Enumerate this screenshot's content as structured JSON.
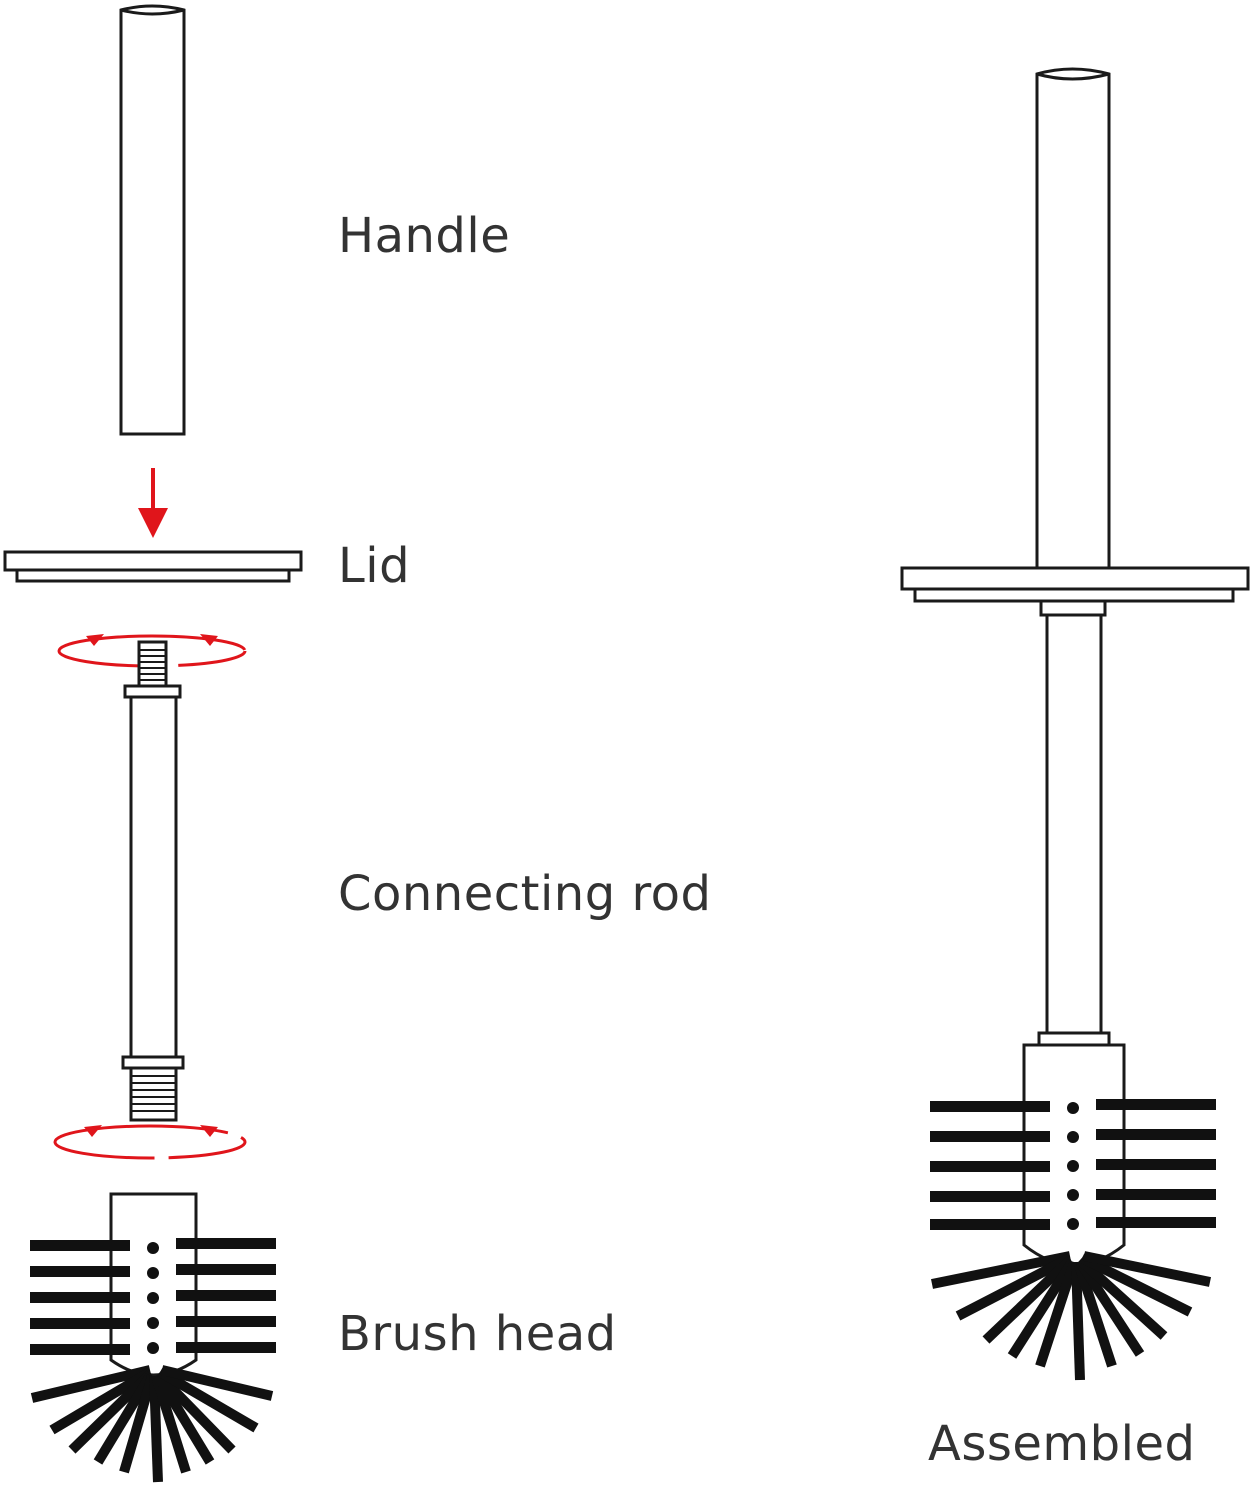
{
  "labels": {
    "handle": "Handle",
    "lid": "Lid",
    "connecting_rod": "Connecting rod",
    "brush_head": "Brush head",
    "assembled": "Assembled"
  },
  "colors": {
    "line": "#1a1a1a",
    "accent": "#e0151b",
    "text": "#333333",
    "background": "#ffffff"
  },
  "icons": {
    "insert": "red-down-arrow-icon",
    "twist": "red-rotation-arrow-icon"
  }
}
